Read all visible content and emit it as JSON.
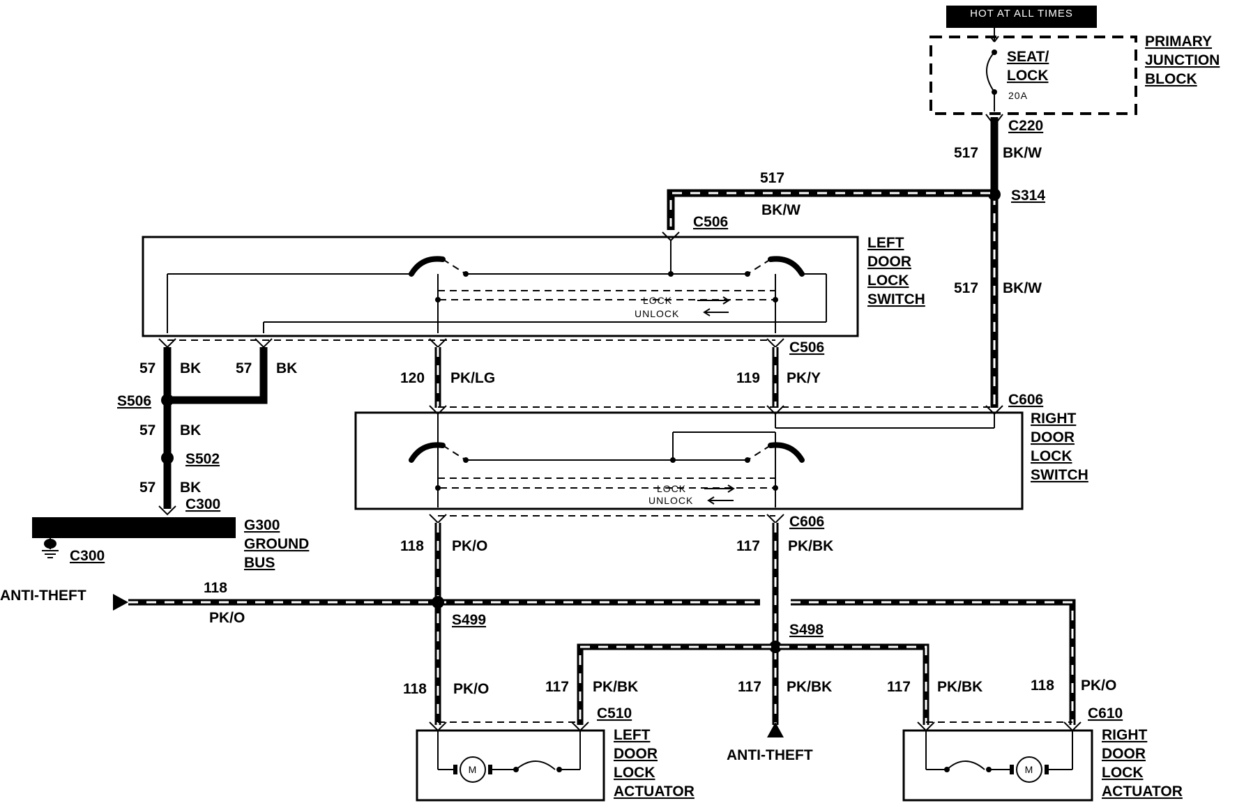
{
  "header": {
    "banner": "HOT AT ALL TIMES",
    "junction_block": [
      "PRIMARY",
      "JUNCTION",
      "BLOCK"
    ],
    "fuse_name": [
      "SEAT/",
      "LOCK"
    ],
    "fuse_rating": "20A"
  },
  "connectors": {
    "c220": "C220",
    "c506_top": "C506",
    "c506_mid": "C506",
    "c606_top": "C606",
    "c606_mid": "C606",
    "c300_a": "C300",
    "c300_b": "C300",
    "c510": "C510",
    "c610": "C610"
  },
  "splices": {
    "s314": "S314",
    "s506": "S506",
    "s502": "S502",
    "s499": "S499",
    "s498": "S498"
  },
  "wires": {
    "w517_a_num": "517",
    "w517_a_col": "BK/W",
    "w517_b_num": "517",
    "w517_b_col": "BK/W",
    "w517_c_num": "517",
    "w517_c_col": "BK/W",
    "w57_a_num": "57",
    "w57_a_col": "BK",
    "w57_b_num": "57",
    "w57_b_col": "BK",
    "w57_c_num": "57",
    "w57_c_col": "BK",
    "w57_d_num": "57",
    "w57_d_col": "BK",
    "w120_num": "120",
    "w120_col": "PK/LG",
    "w119_num": "119",
    "w119_col": "PK/Y",
    "w118_a_num": "118",
    "w118_a_col": "PK/O",
    "w117_a_num": "117",
    "w117_a_col": "PK/BK",
    "w118_b_num": "118",
    "w118_b_col": "PK/O",
    "w118_c_num": "118",
    "w118_c_col": "PK/O",
    "w117_b_num": "117",
    "w117_b_col": "PK/BK",
    "w117_c_num": "117",
    "w117_c_col": "PK/BK",
    "w117_d_num": "117",
    "w117_d_col": "PK/BK",
    "w118_d_num": "118",
    "w118_d_col": "PK/O"
  },
  "components": {
    "left_switch": [
      "LEFT",
      "DOOR",
      "LOCK",
      "SWITCH"
    ],
    "right_switch": [
      "RIGHT",
      "DOOR",
      "LOCK",
      "SWITCH"
    ],
    "left_actuator": [
      "LEFT",
      "DOOR",
      "LOCK",
      "ACTUATOR"
    ],
    "right_actuator": [
      "RIGHT",
      "DOOR",
      "LOCK",
      "ACTUATOR"
    ],
    "ground_bus": [
      "G300",
      "GROUND",
      "BUS"
    ],
    "lock": "LOCK",
    "unlock": "UNLOCK",
    "motor": "M",
    "anti_theft_left": "ANTI-THEFT",
    "anti_theft_bottom": "ANTI-THEFT"
  }
}
